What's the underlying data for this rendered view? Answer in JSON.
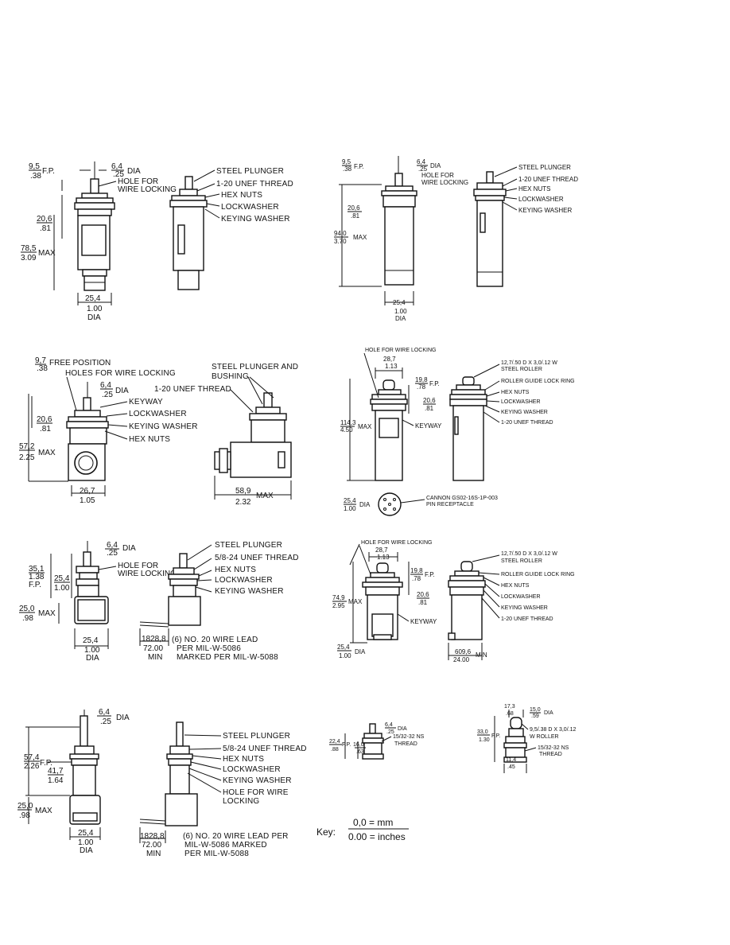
{
  "d1": {
    "fp": [
      "9,5",
      ".38"
    ],
    "fp_suffix": "F.P.",
    "dia": [
      "6,4",
      ".25"
    ],
    "dia_suffix": "DIA",
    "hole": [
      "HOLE FOR",
      "WIRE LOCKING"
    ],
    "h1": [
      "20,6",
      ".81"
    ],
    "max": [
      "78,5",
      "3.09"
    ],
    "max_suffix": "MAX",
    "wid": [
      "25,4",
      "1.00"
    ],
    "wid_suffix": "DIA",
    "labels": [
      "STEEL PLUNGER",
      "1-20 UNEF THREAD",
      "HEX NUTS",
      "LOCKWASHER",
      "KEYING WASHER"
    ]
  },
  "d2": {
    "fp": [
      "9,5",
      ".38"
    ],
    "fp_suffix": "F.P.",
    "dia": [
      "6,4",
      ".25"
    ],
    "dia_suffix": "DIA",
    "hole": [
      "HOLE FOR",
      "WIRE LOCKING"
    ],
    "h1": [
      "20,6",
      ".81"
    ],
    "max": [
      "94,0",
      "3.70"
    ],
    "max_suffix": "MAX",
    "wid": [
      "25,4",
      "1.00"
    ],
    "wid_suffix": "DIA",
    "labels": [
      "STEEL PLUNGER",
      "1-20 UNEF THREAD",
      "HEX NUTS",
      "LOCKWASHER",
      "KEYING WASHER"
    ]
  },
  "d3": {
    "free": [
      "9,7",
      ".38"
    ],
    "free_suffix": "FREE POSITION",
    "holes": "HOLES FOR WIRE LOCKING",
    "dia": [
      "6,4",
      ".25"
    ],
    "dia_suffix": "DIA",
    "h1": [
      "20,6",
      ".81"
    ],
    "max": [
      "57,2",
      "2.25"
    ],
    "max_suffix": "MAX",
    "wid": [
      "26,7",
      "1.05"
    ],
    "wid2": [
      "58,9",
      "2.32"
    ],
    "wid2_suffix": "MAX",
    "labels": [
      "KEYWAY",
      "LOCKWASHER",
      "KEYING WASHER",
      "HEX NUTS"
    ],
    "thread": "1-20 UNEF THREAD",
    "plunger": [
      "STEEL PLUNGER AND",
      "BUSHING"
    ]
  },
  "d4": {
    "hole": "HOLE FOR WIRE LOCKING",
    "w": [
      "28,7",
      "1.13"
    ],
    "fp": [
      "19,8",
      ".78"
    ],
    "fp_suffix": "F.P.",
    "h1": [
      "20,6",
      ".81"
    ],
    "max": [
      "114,3",
      "4.50"
    ],
    "max_suffix": "MAX",
    "keyway": "KEYWAY",
    "dia": [
      "25,4",
      "1.00"
    ],
    "dia_suffix": "DIA",
    "recept": [
      "CANNON GS02-16S-1P-003",
      "PIN RECEPTACLE"
    ],
    "labels": [
      "12,7/.50 D X 3,0/.12 W",
      "STEEL ROLLER",
      "ROLLER GUIDE LOCK RING",
      "HEX NUTS",
      "LOCKWASHER",
      "KEYING WASHER",
      "1-20 UNEF THREAD"
    ]
  },
  "d5": {
    "dia": [
      "6,4",
      ".25"
    ],
    "dia_suffix": "DIA",
    "fp": [
      "35,1",
      "1.38"
    ],
    "fp_suffix": "F.P.",
    "h1": [
      "25,4",
      "1.00"
    ],
    "hole": [
      "HOLE FOR",
      "WIRE LOCKING"
    ],
    "max": [
      "25,0",
      ".98"
    ],
    "max_suffix": "MAX",
    "wid": [
      "25,4",
      "1.00"
    ],
    "wid_suffix": "DIA",
    "lead": [
      "1828,8",
      "72.00"
    ],
    "lead_suffix": "MIN",
    "wire": [
      "(6) NO. 20 WIRE LEAD",
      "PER MIL-W-5086",
      "MARKED PER MIL-W-5088"
    ],
    "labels": [
      "STEEL PLUNGER",
      "5/8-24 UNEF THREAD",
      "HEX NUTS",
      "LOCKWASHER",
      "KEYING WASHER"
    ]
  },
  "d6": {
    "hole": "HOLE FOR WIRE LOCKING",
    "w": [
      "28,7",
      "1.13"
    ],
    "fp": [
      "19,8",
      ".78"
    ],
    "fp_suffix": "F.P.",
    "h1": [
      "20,6",
      ".81"
    ],
    "max": [
      "74,9",
      "2.95"
    ],
    "max_suffix": "MAX",
    "keyway": "KEYWAY",
    "dia": [
      "25,4",
      "1.00"
    ],
    "dia_suffix": "DIA",
    "lead": [
      "609,6",
      "24.00"
    ],
    "lead_suffix": "MIN",
    "labels": [
      "12,7/.50 D X 3,0/.12 W",
      "STEEL ROLLER",
      "ROLLER GUIDE LOCK RING",
      "HEX NUTS",
      "LOCKWASHER",
      "KEYING WASHER",
      "1-20 UNEF THREAD"
    ]
  },
  "d7": {
    "dia": [
      "6,4",
      ".25"
    ],
    "dia_suffix": "DIA",
    "fp": [
      "57,4",
      "2.26"
    ],
    "fp_suffix": "F.P.",
    "h1": [
      "41,7",
      "1.64"
    ],
    "max": [
      "25,0",
      ".98"
    ],
    "max_suffix": "MAX",
    "wid": [
      "25,4",
      "1.00"
    ],
    "wid_suffix": "DIA",
    "lead": [
      "1828,8",
      "72.00"
    ],
    "lead_suffix": "MIN",
    "wire": [
      "(6) NO. 20 WIRE LEAD PER",
      "MIL-W-5086 MARKED",
      "PER MIL-W-5088"
    ],
    "labels": [
      "STEEL PLUNGER",
      "5/8-24 UNEF THREAD",
      "HEX NUTS",
      "LOCKWASHER",
      "KEYING WASHER",
      "HOLE FOR WIRE",
      "LOCKING"
    ]
  },
  "d8": {
    "dia": [
      "6,4",
      ".25"
    ],
    "dia_suffix": "DIA",
    "h": [
      "22,4",
      ".88"
    ],
    "fp": [
      "16,0",
      ".63"
    ],
    "fp_suffix": "F.P.",
    "thread": [
      "15/32-32 NS",
      "THREAD"
    ]
  },
  "d9": {
    "w": [
      "17,3",
      ".68"
    ],
    "dia": [
      "15,0",
      ".59"
    ],
    "dia_suffix": "DIA",
    "fp": [
      "33,0",
      "1.30"
    ],
    "fp_suffix": "F.P.",
    "roller": [
      "9,5/.38 D X 3,0/.12",
      "W ROLLER"
    ],
    "thread": [
      "15/32-32 NS",
      "THREAD"
    ],
    "b": [
      "11,4",
      ".45"
    ]
  },
  "key": {
    "label": "Key:",
    "top": "0,0  =  mm",
    "bottom": "0.00 = inches"
  }
}
